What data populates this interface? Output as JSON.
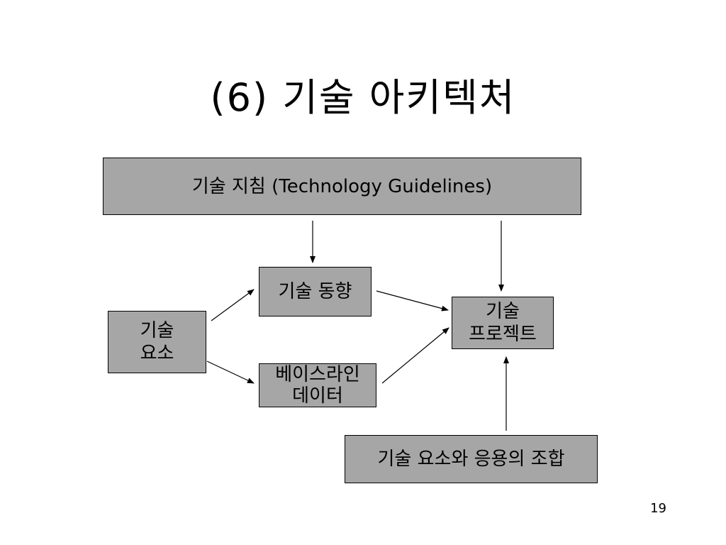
{
  "slide": {
    "title": "(6) 기술 아키텍처",
    "page_number": "19"
  },
  "diagram": {
    "guidelines_label": "기술 지침 (Technology Guidelines)",
    "trend_label": "기술 동향",
    "element_label": "기술\n요소",
    "baseline_label": "베이스라인\n데이터",
    "project_label": "기술\n프로젝트",
    "combination_label": "기술 요소와 응용의 조합",
    "colors": {
      "box_fill": "#a6a6a6",
      "box_border": "#000000",
      "arrow": "#000000"
    }
  }
}
